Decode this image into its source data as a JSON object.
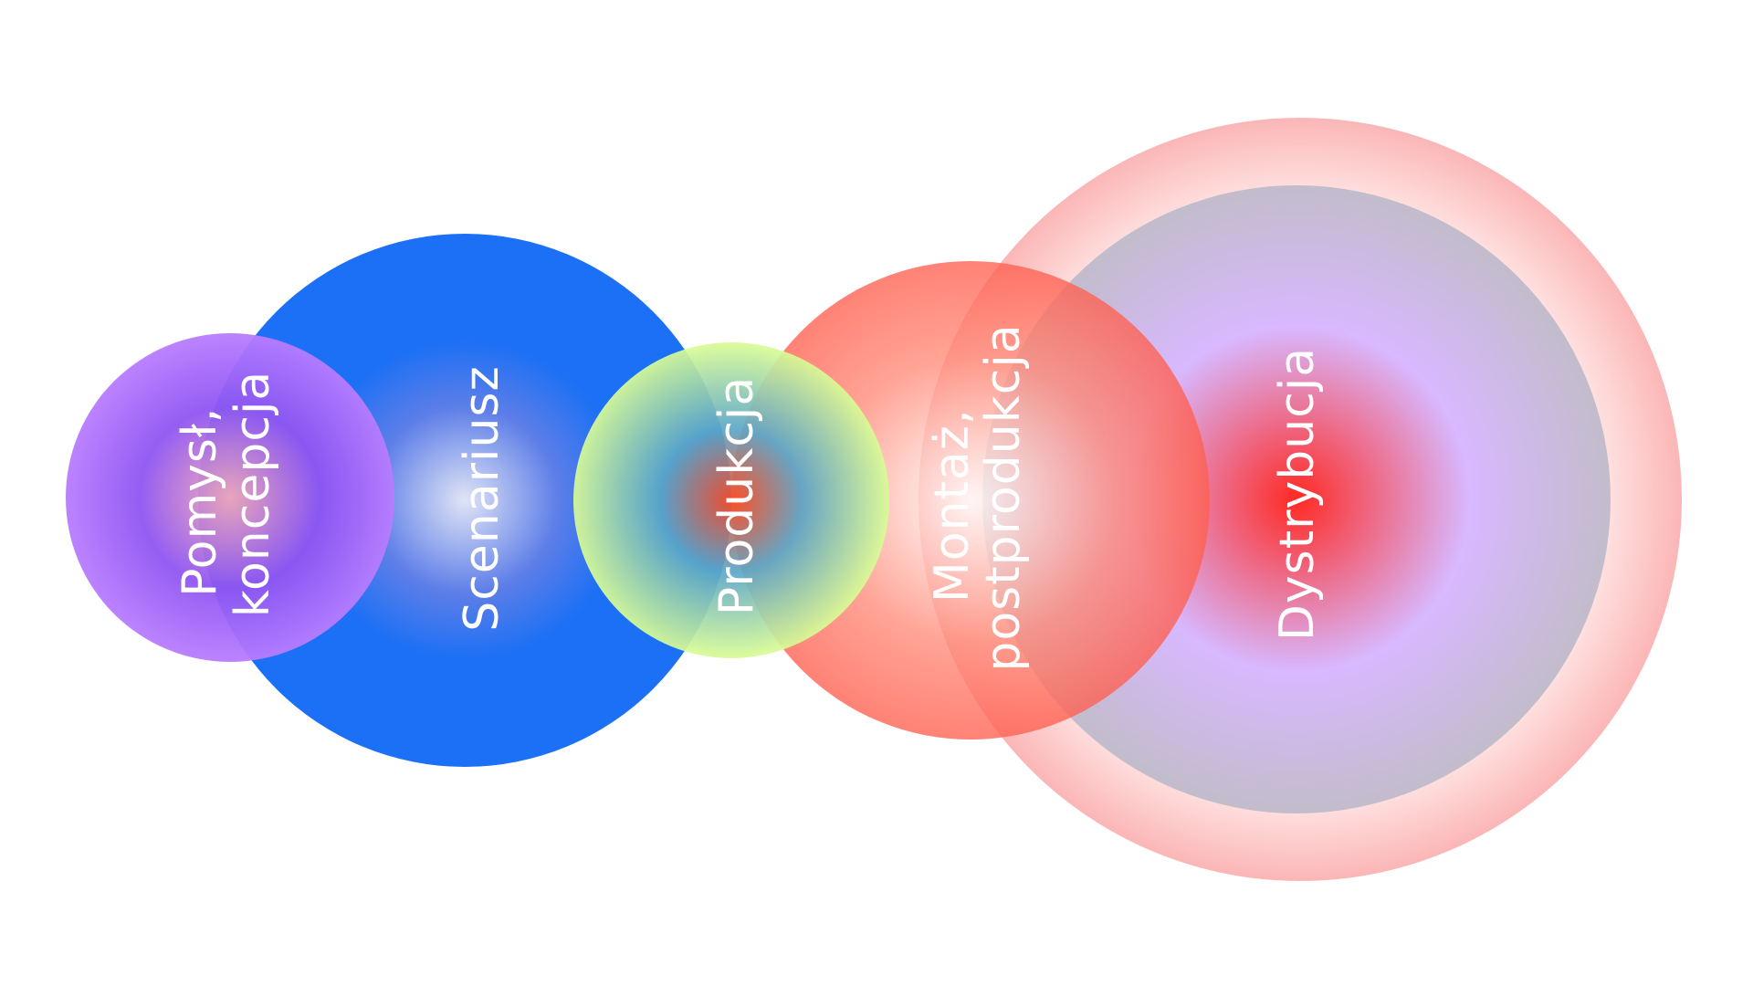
{
  "diagram": {
    "stages": [
      {
        "id": "pomysl",
        "label_lines": [
          "Pomysł,",
          "koncepcja"
        ]
      },
      {
        "id": "scenariusz",
        "label_lines": [
          "Scenariusz"
        ]
      },
      {
        "id": "produkcja",
        "label_lines": [
          "Produkcja"
        ]
      },
      {
        "id": "montaz",
        "label_lines": [
          "Montaż,",
          "postprodukcja"
        ]
      },
      {
        "id": "dystrybucja",
        "label_lines": [
          "Dystrybucja"
        ]
      }
    ]
  },
  "colors": {
    "background": "#ffffff",
    "label_text": "#ffffff",
    "pomysl": {
      "center": "#f3a8b8",
      "mid": "#8f55f2",
      "edge": "#b87cff"
    },
    "scenariusz": {
      "center": "#e0e4f5",
      "mid": "#5d7ee8",
      "edge": "#1c70f5"
    },
    "produkcja": {
      "center": "#ff4a1e",
      "mid": "#5aa6c8",
      "edge": "#d9fc94"
    },
    "montaz": {
      "center": "#ffffff",
      "mid": "#ff8a78",
      "edge": "#ff5f4f"
    },
    "dystrybucja": {
      "center": "#ff2a24",
      "mid": "#d8b8ff",
      "edge": "#c2bccb",
      "halo": "#fbc2c2"
    }
  }
}
